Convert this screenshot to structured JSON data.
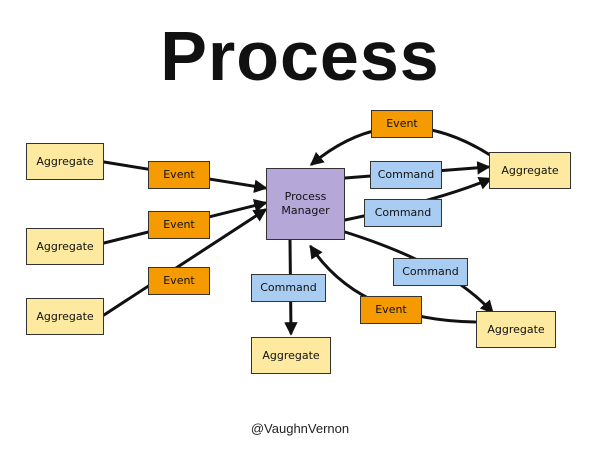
{
  "title": "Process",
  "footer": "@VaughnVernon",
  "colors": {
    "aggregate": "#fde9a0",
    "event": "#f59a00",
    "command": "#a9cdf2",
    "manager": "#b5a7d8"
  },
  "nodes": {
    "manager": "Process\nManager",
    "agg_left_top": "Aggregate",
    "agg_left_mid": "Aggregate",
    "agg_left_bot": "Aggregate",
    "agg_right_top": "Aggregate",
    "agg_bottom": "Aggregate",
    "agg_right_bot": "Aggregate",
    "evt_left_top": "Event",
    "evt_left_mid": "Event",
    "evt_left_bot": "Event",
    "evt_top": "Event",
    "evt_right_bot": "Event",
    "cmd_right_top": "Command",
    "cmd_right_mid": "Command",
    "cmd_right_low": "Command",
    "cmd_bottom": "Command"
  }
}
